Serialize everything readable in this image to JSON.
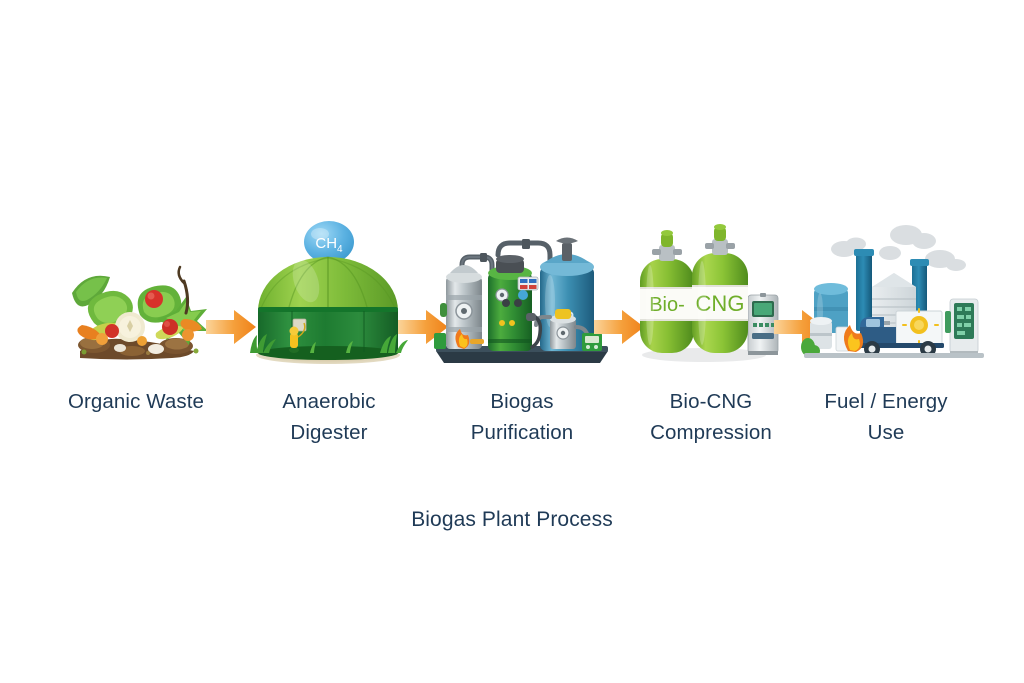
{
  "title": "Biogas Plant Process",
  "theme": {
    "background": "#ffffff",
    "text_color": "#1f3a56",
    "arrow_color_light": "#fbc87d",
    "arrow_color_dark": "#f18a21",
    "green_light": "#8cc63e",
    "green_dark": "#1f7a33",
    "blue_tank": "#3d8fb0",
    "bubble_blue": "#5bb3e4"
  },
  "stages": [
    {
      "id": "waste",
      "label": "Organic Waste",
      "icon": "organic-waste-pile-icon"
    },
    {
      "id": "digester",
      "label": "Anaerobic\nDigester",
      "icon": "anaerobic-digester-dome-icon",
      "bubble_text": "CH",
      "bubble_subscript": "4"
    },
    {
      "id": "purification",
      "label": "Biogas\nPurification",
      "icon": "purification-tanks-icon"
    },
    {
      "id": "compression",
      "label": "Bio-CNG\nCompression",
      "icon": "gas-cylinders-icon",
      "cylinder_left_text": "Bio-",
      "cylinder_right_text": "CNG"
    },
    {
      "id": "use",
      "label": "Fuel / Energy\nUse",
      "icon": "factory-truck-icon"
    }
  ],
  "arrows": [
    {
      "id": "arrow-1",
      "icon": "arrow-right-icon"
    },
    {
      "id": "arrow-2",
      "icon": "arrow-right-icon"
    },
    {
      "id": "arrow-3",
      "icon": "arrow-right-icon"
    },
    {
      "id": "arrow-4",
      "icon": "arrow-right-icon"
    }
  ]
}
